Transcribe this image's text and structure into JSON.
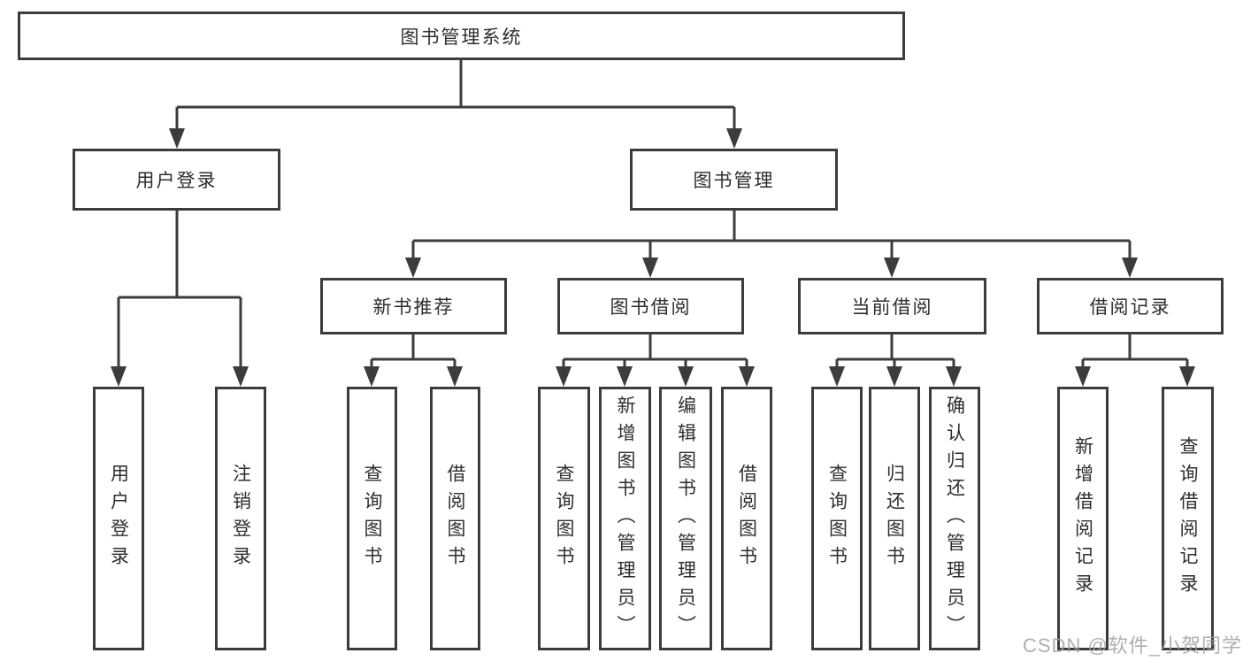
{
  "diagram": {
    "title_node": "图书管理系统",
    "root": {
      "label": "图书管理系统"
    },
    "children": [
      {
        "label": "用户登录",
        "children": [
          {
            "label": "用户登录"
          },
          {
            "label": "注销登录"
          }
        ]
      },
      {
        "label": "图书管理",
        "children": [
          {
            "label": "新书推荐",
            "children": [
              {
                "label": "查询图书"
              },
              {
                "label": "借阅图书"
              }
            ]
          },
          {
            "label": "图书借阅",
            "children": [
              {
                "label": "查询图书"
              },
              {
                "label": "新增图书（管理员）"
              },
              {
                "label": "编辑图书（管理员）"
              },
              {
                "label": "借阅图书"
              }
            ]
          },
          {
            "label": "当前借阅",
            "children": [
              {
                "label": "查询图书"
              },
              {
                "label": "归还图书"
              },
              {
                "label": "确认归还（管理员）"
              }
            ]
          },
          {
            "label": "借阅记录",
            "children": [
              {
                "label": "新增借阅记录"
              },
              {
                "label": "查询借阅记录"
              }
            ]
          }
        ]
      }
    ]
  },
  "watermark": {
    "text": "CSDN @软件_小贺同学"
  },
  "colors": {
    "line": "#3c3c3c",
    "text": "#2e2e2e",
    "watermark": "#9e9e9e",
    "background": "#ffffff"
  }
}
